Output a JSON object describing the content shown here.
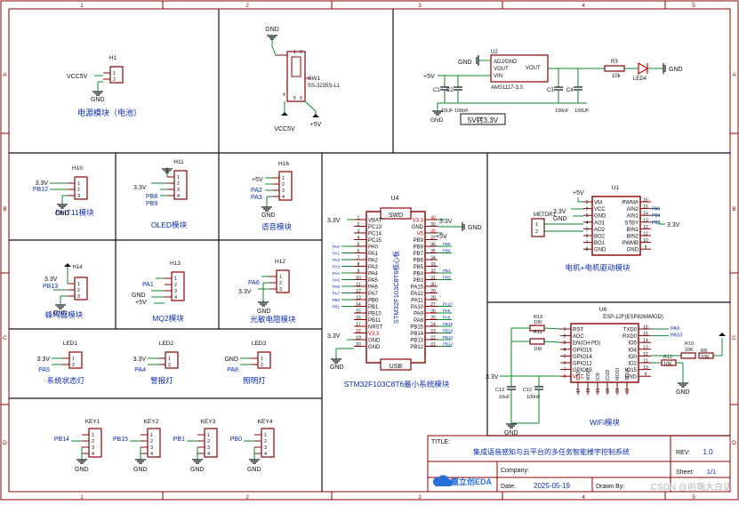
{
  "frame": {
    "col_labels": [
      "1",
      "2",
      "3",
      "4",
      "5"
    ],
    "row_labels": [
      "A",
      "B",
      "C",
      "D"
    ]
  },
  "title_block": {
    "title_label": "TITLE:",
    "title": "集成语音感知与云平台的多任务智能楼宇控制系统",
    "rev_label": "REV:",
    "rev": "1.0",
    "company_label": "Company:",
    "company": "",
    "sheet_label": "Sheet:",
    "sheet": "1/1",
    "date_label": "Date:",
    "date": "2025-05-19",
    "drawn_label": "Drawn By:",
    "drawn": "",
    "logo_text": "嘉立创EDA",
    "watermark": "CSDN @前端大白话"
  },
  "modules": {
    "power_battery": {
      "designator": "H1",
      "vcc": "VCC5V",
      "gnd": "GND",
      "pins": [
        "1",
        "2"
      ],
      "caption": "电源模块（电池）"
    },
    "switch": {
      "designator": "SW1",
      "part": "SS-3235S-L1",
      "gnd": "GND",
      "vcc": "VCC5V",
      "out": "+5V",
      "pins": [
        "1",
        "2",
        "3",
        "4",
        "5",
        "6"
      ]
    },
    "ldo": {
      "designator": "U2",
      "part": "AMS1117-3.3",
      "pin_adj": "ADJ/GND",
      "pin_vout_a": "VOUT",
      "pin_vin": "VIN",
      "pin_vout_b": "VOUT",
      "in_net": "+5V",
      "gnd": "GND",
      "c1": "C1",
      "c1_val": "10UF",
      "c2": "C2",
      "c2_val": "100nF",
      "c3": "C3",
      "c3_val": "100nF",
      "c4": "C4",
      "c4_val": "100UF",
      "r3": "R3",
      "r3_val": "10k",
      "led": "LED4",
      "caption": "5V转3.3V"
    },
    "dht11": {
      "designator": "H10",
      "v": "3.3V",
      "sig": "PB12",
      "gnd": "GND",
      "pins": [
        "1",
        "2",
        "3"
      ],
      "caption": "DHT11模块"
    },
    "oled": {
      "designator": "H11",
      "v": "3.3V",
      "sig1": "PB8",
      "sig2": "PB9",
      "gnd": "GND",
      "pins": [
        "1",
        "2",
        "3",
        "4"
      ],
      "caption": "OLED模块"
    },
    "voice": {
      "designator": "H16",
      "v": "+5V",
      "sig1": "PA2",
      "sig2": "PA3",
      "gnd": "GND",
      "pins": [
        "1",
        "2",
        "3",
        "4"
      ],
      "caption": "语音模块"
    },
    "buzzer": {
      "designator": "H14",
      "v": "3.3V",
      "sig": "PB13",
      "gnd": "GND",
      "pins": [
        "1",
        "2",
        "3"
      ],
      "caption": "蜂鸣器模块"
    },
    "mq2": {
      "designator": "H13",
      "sig": "PA1",
      "gnd": "GND",
      "v": "+5V",
      "pins": [
        "1",
        "2",
        "3",
        "4"
      ],
      "caption": "MQ2模块"
    },
    "ldr": {
      "designator": "H12",
      "sig": "PA6",
      "v": "3.3V",
      "gnd": "GND",
      "pins": [
        "1",
        "2",
        "3"
      ],
      "caption": "光敏电阻模块"
    },
    "led1": {
      "designator": "LED1",
      "v": "3.3V",
      "sig": "PA5",
      "pins": [
        "1",
        "2"
      ],
      "caption": "系统状态灯"
    },
    "led2": {
      "designator": "LED2",
      "v": "3.3V",
      "sig": "PA4",
      "pins": [
        "1",
        "2"
      ],
      "caption": "警报灯"
    },
    "led3": {
      "designator": "LED3",
      "gnd": "GND",
      "sig": "PA8",
      "pins": [
        "1",
        "2"
      ],
      "caption": "照明灯"
    },
    "keys": [
      {
        "designator": "KEY1",
        "sig": "PB14",
        "gnd": "GND"
      },
      {
        "designator": "KEY2",
        "sig": "PB15",
        "gnd": "GND"
      },
      {
        "designator": "KEY3",
        "sig": "PB1",
        "gnd": "GND"
      },
      {
        "designator": "KEY4",
        "sig": "PB0",
        "gnd": "GND"
      }
    ],
    "key_pins": [
      "1",
      "2",
      "3",
      "4"
    ],
    "mcu": {
      "designator": "U4",
      "body_text": "STM32F103C8T6核心板",
      "top_label": "SWD",
      "bottom_label": "USB",
      "left_nets": [
        "3.3V",
        "",
        "",
        "",
        "",
        "",
        "",
        "",
        "",
        "",
        "",
        "",
        "",
        "",
        "",
        "",
        "",
        "3.3V",
        ""
      ],
      "left_pins": [
        "VBAT",
        "PC13",
        "PC14",
        "PC15",
        "PA0",
        "PA1",
        "PA2",
        "PA3",
        "PA4",
        "PA5",
        "PA6",
        "PA7",
        "PB0",
        "PB1",
        "PB10",
        "PB11",
        "NRST",
        "V3.3",
        "GND",
        "GND"
      ],
      "left_nums": [
        "1",
        "2",
        "3",
        "4",
        "5",
        "6",
        "7",
        "8",
        "9",
        "10",
        "11",
        "12",
        "13",
        "14",
        "15",
        "16",
        "17",
        "18",
        "19",
        "20"
      ],
      "left_small": [
        "",
        "",
        "",
        "",
        "PA0",
        "PA1",
        "PA2",
        "PA3",
        "PA4",
        "PA5",
        "PA6",
        "PA7",
        "PB0",
        "PB1",
        "",
        "",
        "",
        "",
        "",
        ""
      ],
      "right_pins": [
        "V3.3",
        "GND",
        "V5",
        "PB9",
        "PB8",
        "PB7",
        "PB6",
        "PB5",
        "PB4",
        "PB3",
        "PA15",
        "PA12",
        "PA11",
        "PA10",
        "PA9",
        "PA8",
        "PB15",
        "PB14",
        "PB13",
        "PB12"
      ],
      "right_nums": [
        "40",
        "39",
        "38",
        "37",
        "36",
        "35",
        "34",
        "33",
        "32",
        "31",
        "30",
        "29",
        "28",
        "27",
        "26",
        "25",
        "24",
        "23",
        "22",
        "21"
      ],
      "right_small": [
        "",
        "",
        "",
        "",
        "PB8",
        "PB9",
        "",
        "",
        "PB4",
        "PB3",
        "",
        "",
        "",
        "PA10",
        "PA9",
        "PA8",
        "PB15",
        "PB14",
        "PB13",
        "PB12"
      ],
      "net_33": "3.3V",
      "net_5": "+5V",
      "net_gnd": "GND",
      "caption": "STM32F103C8T6最小系统模块"
    },
    "motor": {
      "u": "U1",
      "conn": "METOR1",
      "conn_pins": [
        "1",
        "2"
      ],
      "v5": "+5V",
      "v33": "3.3V",
      "gnd": "GND",
      "left_pins": [
        "VM",
        "VCC",
        "GND",
        "AO1",
        "AO2",
        "BO2",
        "BO1",
        "GND"
      ],
      "left_nums": [
        "1",
        "2",
        "3",
        "4",
        "5",
        "6",
        "7",
        "8"
      ],
      "right_pins": [
        "PWMA",
        "AIN2",
        "AIN1",
        "STBY",
        "BIN1",
        "BIN2",
        "PWMB",
        "GND"
      ],
      "right_nums": [
        "16",
        "15",
        "14",
        "13",
        "12",
        "11",
        "10",
        "9"
      ],
      "right_nets": [
        "",
        "PA8",
        "PB4",
        "PB3",
        "",
        "",
        "",
        ""
      ],
      "out_net": "3.3V",
      "caption": "电机+电机驱动模块"
    },
    "wifi": {
      "u": "U6",
      "part": "ESP-12F(ESP8266MOD)",
      "left_pins": [
        "RST",
        "ADC",
        "EN(CH-PD)",
        "GPIO16",
        "GPIO14",
        "GPIO12",
        "GPIO13",
        "VCC"
      ],
      "left_nums": [
        "1",
        "2",
        "3",
        "4",
        "5",
        "6",
        "7",
        "8"
      ],
      "right_pins": [
        "TXD0",
        "RXD0",
        "IO5",
        "IO4",
        "IO0",
        "IO2",
        "IO15",
        "GND"
      ],
      "right_nums": [
        "16",
        "15",
        "14",
        "13",
        "12",
        "11",
        "10",
        "9"
      ],
      "right_nets": [
        "PA9",
        "PA10",
        "",
        "",
        "",
        "",
        "",
        ""
      ],
      "bottom_pins": [
        "CS0",
        "MISO",
        "IO9",
        "IO10",
        "MOSI",
        "SCLK"
      ],
      "bottom_nums": [
        "17",
        "18",
        "19",
        "20",
        "21",
        "22"
      ],
      "r13": "R13",
      "r13_val": "10K",
      "r11": "R11",
      "r11_val": "10K",
      "r10": "R10",
      "r10_val": "10K",
      "r12": "R12",
      "r12_val": "10K",
      "r8": "R8",
      "r8_val": "10K",
      "c13": "C13",
      "c13_val": "10uF",
      "c12": "C12",
      "c12_val": "100nF",
      "v33": "3.3V",
      "gnd": "GND",
      "caption": "WiFi模块"
    }
  }
}
